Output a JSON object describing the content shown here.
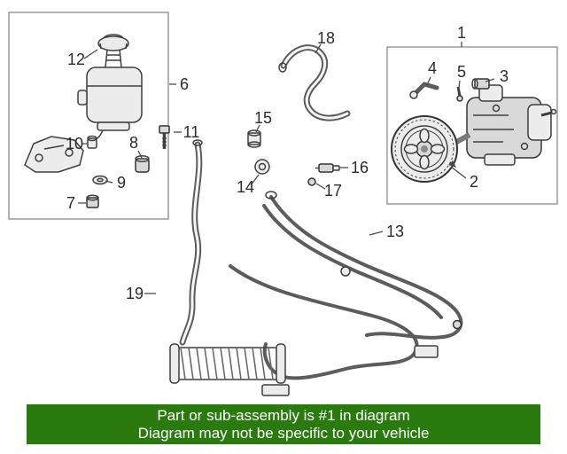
{
  "diagram": {
    "callouts": {
      "c1": "1",
      "c2": "2",
      "c3": "3",
      "c4": "4",
      "c5": "5",
      "c6": "6",
      "c7": "7",
      "c8": "8",
      "c9": "9",
      "c10": "10",
      "c11": "11",
      "c12": "12",
      "c13": "13",
      "c14": "14",
      "c15": "15",
      "c16": "16",
      "c17": "17",
      "c18": "18",
      "c19": "19"
    },
    "colors": {
      "line": "#3f3f3f",
      "banner_bg": "#2a7a0f",
      "banner_text": "#ffffff"
    }
  },
  "banner": {
    "line1": "Part or sub-assembly is #1 in diagram",
    "line2": "Diagram may not be specific to your vehicle"
  }
}
